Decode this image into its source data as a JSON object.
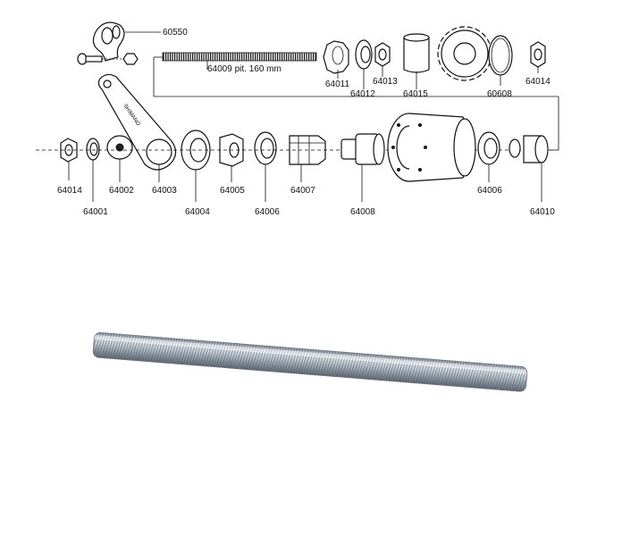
{
  "diagram": {
    "part_numbers": {
      "p60550": "60550",
      "p64009": "64009 pit. 160 mm",
      "p64011": "64011",
      "p64012": "64012",
      "p64013": "64013",
      "p64015": "64015",
      "p60608": "60608",
      "p64014_top": "64014",
      "p64014_left": "64014",
      "p64001": "64001",
      "p64002": "64002",
      "p64003": "64003",
      "p64004": "64004",
      "p64005": "64005",
      "p64006_mid": "64006",
      "p64007": "64007",
      "p64008": "64008",
      "p64006_right": "64006",
      "p64010": "64010"
    },
    "arm_stamp": "SHIMANO"
  }
}
